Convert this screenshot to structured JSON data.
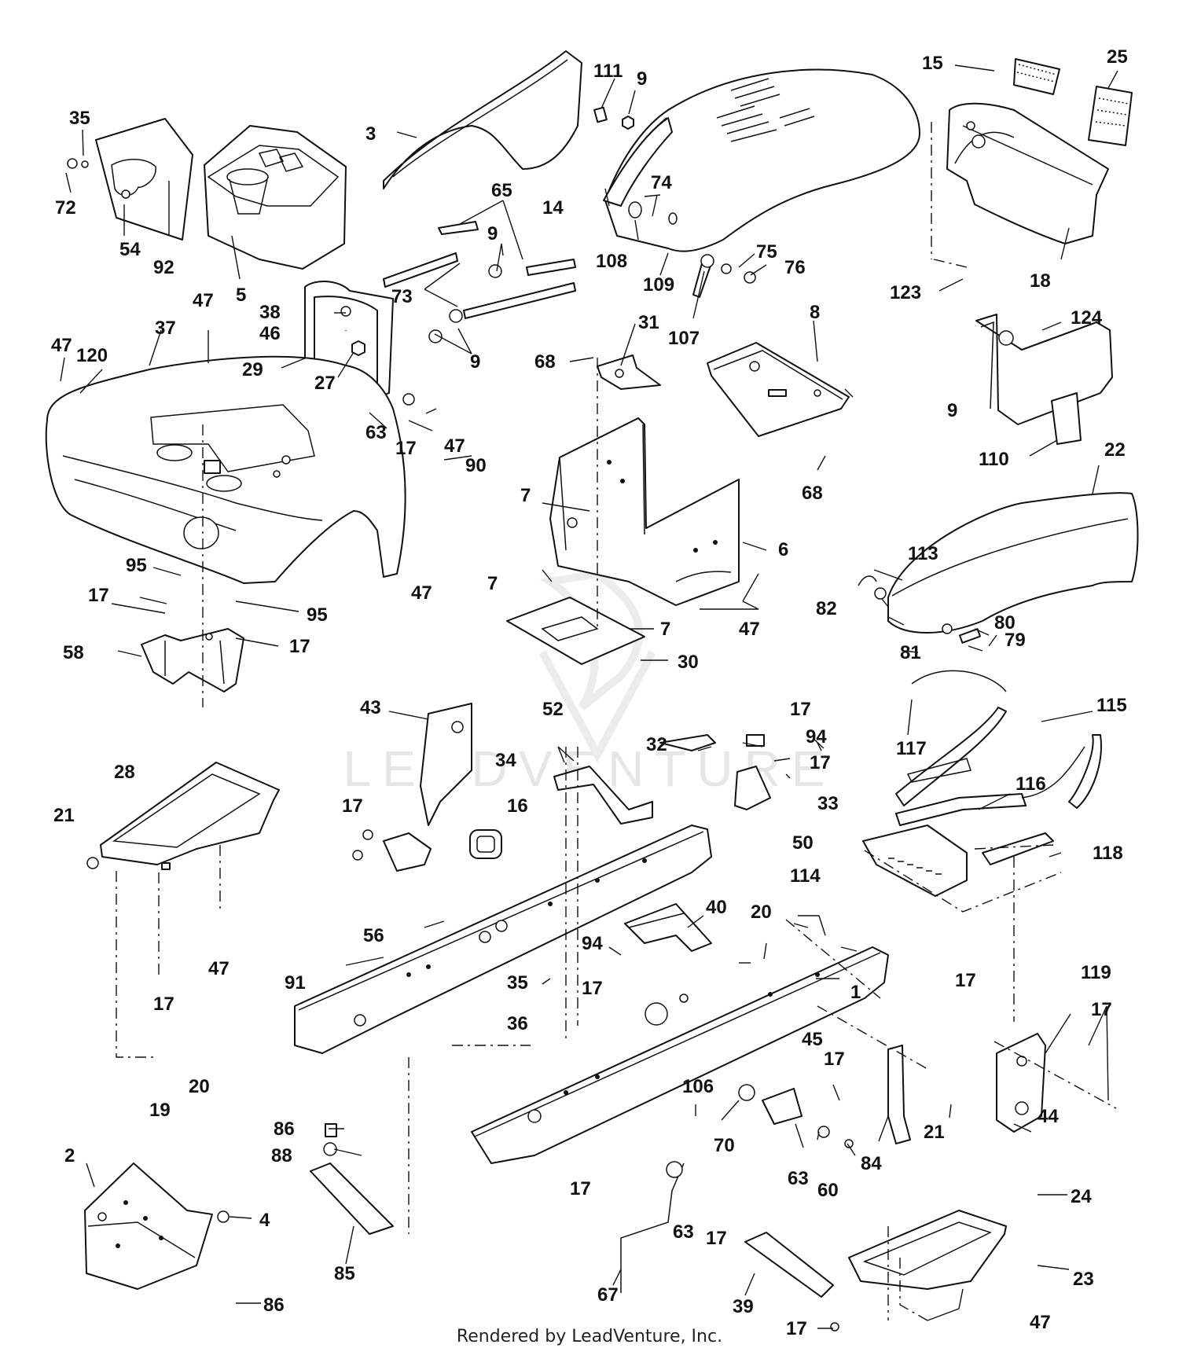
{
  "watermark": "LEADVENTURE",
  "footer": "Rendered by LeadVenture, Inc.",
  "labels": [
    {
      "id": "l1",
      "text": "111"
    },
    {
      "id": "l2",
      "text": "9"
    },
    {
      "id": "l3",
      "text": "15"
    },
    {
      "id": "l4",
      "text": "25"
    },
    {
      "id": "l5",
      "text": "35"
    },
    {
      "id": "l6",
      "text": "3"
    },
    {
      "id": "l7",
      "text": "14"
    },
    {
      "id": "l8",
      "text": "74"
    },
    {
      "id": "l9",
      "text": "65"
    },
    {
      "id": "l10",
      "text": "72"
    },
    {
      "id": "l11",
      "text": "54"
    },
    {
      "id": "l12",
      "text": "92"
    },
    {
      "id": "l13",
      "text": "5"
    },
    {
      "id": "l14",
      "text": "9"
    },
    {
      "id": "l15",
      "text": "108"
    },
    {
      "id": "l16",
      "text": "109"
    },
    {
      "id": "l17",
      "text": "75"
    },
    {
      "id": "l18",
      "text": "76"
    },
    {
      "id": "l19",
      "text": "18"
    },
    {
      "id": "l20",
      "text": "123"
    },
    {
      "id": "l21",
      "text": "124"
    },
    {
      "id": "l22",
      "text": "47"
    },
    {
      "id": "l23",
      "text": "38"
    },
    {
      "id": "l24",
      "text": "73"
    },
    {
      "id": "l25",
      "text": "107"
    },
    {
      "id": "l26",
      "text": "46"
    },
    {
      "id": "l27",
      "text": "37"
    },
    {
      "id": "l28",
      "text": "47"
    },
    {
      "id": "l29",
      "text": "120"
    },
    {
      "id": "l30",
      "text": "29"
    },
    {
      "id": "l31",
      "text": "27"
    },
    {
      "id": "l32",
      "text": "9"
    },
    {
      "id": "l33",
      "text": "31"
    },
    {
      "id": "l34",
      "text": "8"
    },
    {
      "id": "l35",
      "text": "68"
    },
    {
      "id": "l36",
      "text": "9"
    },
    {
      "id": "l37",
      "text": "63"
    },
    {
      "id": "l38",
      "text": "17"
    },
    {
      "id": "l39",
      "text": "47"
    },
    {
      "id": "l40",
      "text": "90"
    },
    {
      "id": "l41",
      "text": "68"
    },
    {
      "id": "l42",
      "text": "110"
    },
    {
      "id": "l43",
      "text": "22"
    },
    {
      "id": "l44",
      "text": "7"
    },
    {
      "id": "l45",
      "text": "6"
    },
    {
      "id": "l46",
      "text": "95"
    },
    {
      "id": "l47",
      "text": "7"
    },
    {
      "id": "l48",
      "text": "113"
    },
    {
      "id": "l49",
      "text": "17"
    },
    {
      "id": "l50",
      "text": "47"
    },
    {
      "id": "l51",
      "text": "82"
    },
    {
      "id": "l52",
      "text": "95"
    },
    {
      "id": "l53",
      "text": "17"
    },
    {
      "id": "l54",
      "text": "47"
    },
    {
      "id": "l55",
      "text": "7"
    },
    {
      "id": "l56",
      "text": "80"
    },
    {
      "id": "l57",
      "text": "58"
    },
    {
      "id": "l58",
      "text": "81"
    },
    {
      "id": "l59",
      "text": "79"
    },
    {
      "id": "l60",
      "text": "30"
    },
    {
      "id": "l61",
      "text": "43"
    },
    {
      "id": "l62",
      "text": "52"
    },
    {
      "id": "l63",
      "text": "17"
    },
    {
      "id": "l64",
      "text": "115"
    },
    {
      "id": "l65",
      "text": "94"
    },
    {
      "id": "l66",
      "text": "117"
    },
    {
      "id": "l67",
      "text": "32"
    },
    {
      "id": "l68",
      "text": "28"
    },
    {
      "id": "l69",
      "text": "34"
    },
    {
      "id": "l70",
      "text": "17"
    },
    {
      "id": "l71",
      "text": "116"
    },
    {
      "id": "l72",
      "text": "16"
    },
    {
      "id": "l73",
      "text": "33"
    },
    {
      "id": "l74",
      "text": "21"
    },
    {
      "id": "l75",
      "text": "17"
    },
    {
      "id": "l76",
      "text": "50"
    },
    {
      "id": "l77",
      "text": "118"
    },
    {
      "id": "l78",
      "text": "114"
    },
    {
      "id": "l79",
      "text": "40"
    },
    {
      "id": "l80",
      "text": "20"
    },
    {
      "id": "l81",
      "text": "56"
    },
    {
      "id": "l82",
      "text": "94"
    },
    {
      "id": "l83",
      "text": "47"
    },
    {
      "id": "l84",
      "text": "119"
    },
    {
      "id": "l85",
      "text": "91"
    },
    {
      "id": "l86",
      "text": "17"
    },
    {
      "id": "l87",
      "text": "35"
    },
    {
      "id": "l88",
      "text": "17"
    },
    {
      "id": "l89",
      "text": "1"
    },
    {
      "id": "l90",
      "text": "17"
    },
    {
      "id": "l91",
      "text": "36"
    },
    {
      "id": "l92",
      "text": "17"
    },
    {
      "id": "l93",
      "text": "45"
    },
    {
      "id": "l94",
      "text": "17"
    },
    {
      "id": "l95",
      "text": "20"
    },
    {
      "id": "l96",
      "text": "106"
    },
    {
      "id": "l97",
      "text": "19"
    },
    {
      "id": "l98",
      "text": "21"
    },
    {
      "id": "l99",
      "text": "44"
    },
    {
      "id": "l100",
      "text": "70"
    },
    {
      "id": "l101",
      "text": "86"
    },
    {
      "id": "l102",
      "text": "84"
    },
    {
      "id": "l103",
      "text": "63"
    },
    {
      "id": "l104",
      "text": "60"
    },
    {
      "id": "l105",
      "text": "88"
    },
    {
      "id": "l106",
      "text": "2"
    },
    {
      "id": "l107",
      "text": "17"
    },
    {
      "id": "l108",
      "text": "24"
    },
    {
      "id": "l109",
      "text": "4"
    },
    {
      "id": "l110",
      "text": "63"
    },
    {
      "id": "l111",
      "text": "85"
    },
    {
      "id": "l112",
      "text": "17"
    },
    {
      "id": "l113",
      "text": "67"
    },
    {
      "id": "l114",
      "text": "23"
    },
    {
      "id": "l115",
      "text": "86"
    },
    {
      "id": "l116",
      "text": "39"
    },
    {
      "id": "l117",
      "text": "47"
    },
    {
      "id": "l118",
      "text": "17"
    }
  ]
}
